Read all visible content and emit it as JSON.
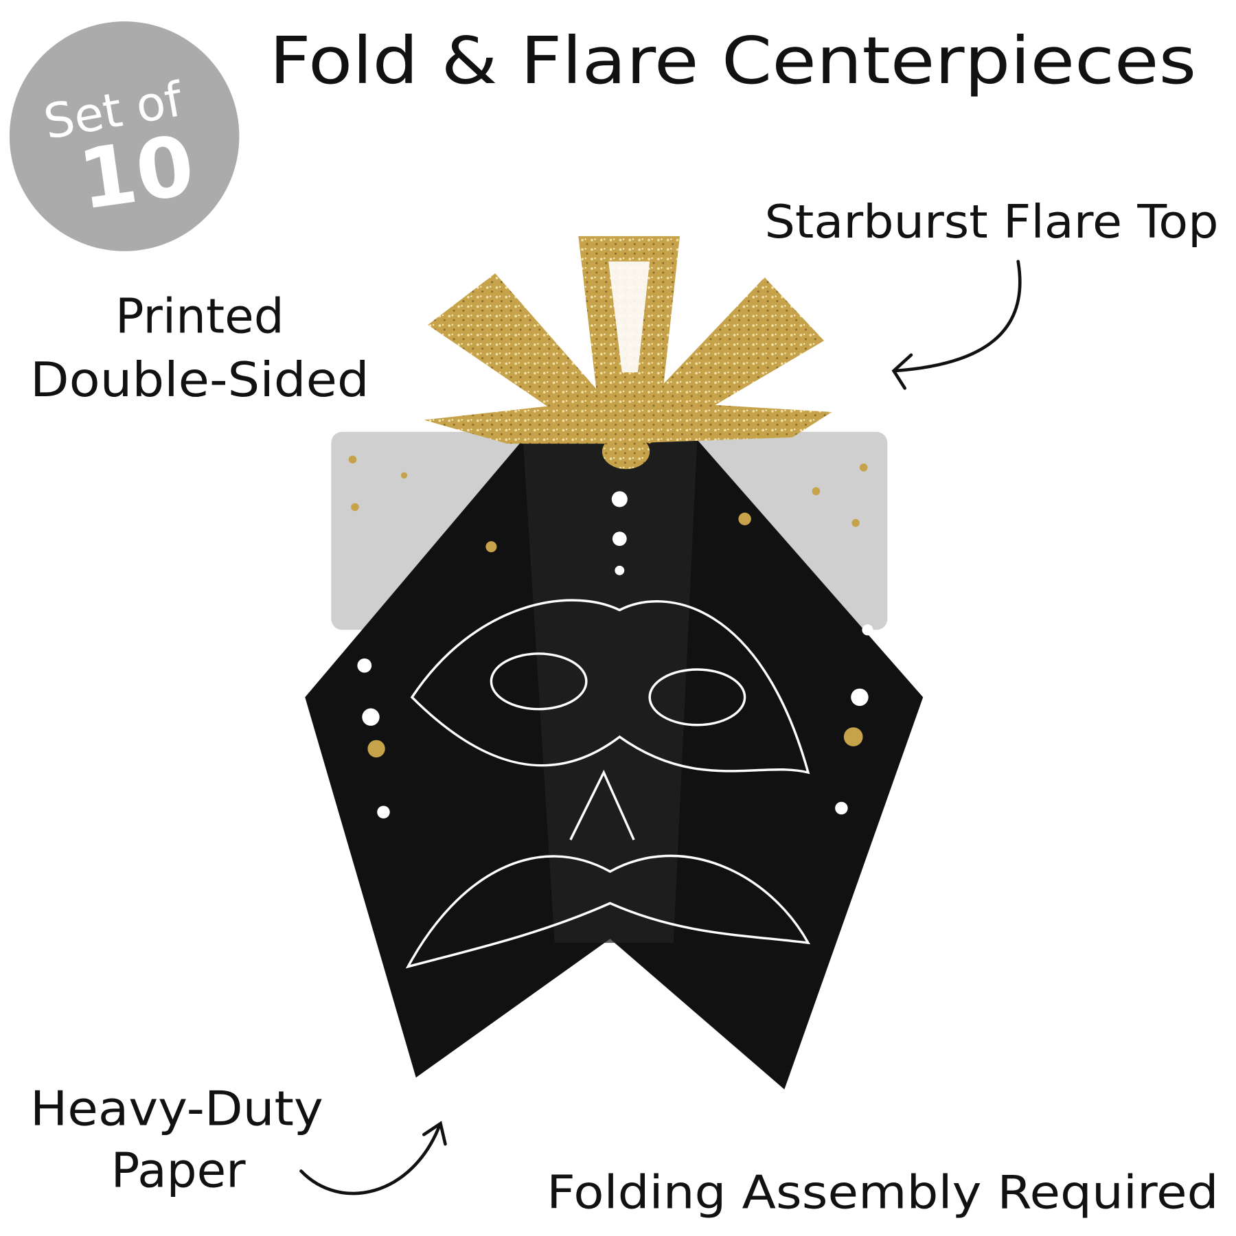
{
  "badge": {
    "line1": "Set of",
    "count": "10"
  },
  "title": "Fold & Flare Centerpieces",
  "callouts": {
    "flare_top": "Starburst Flare Top",
    "printed_line1": "Printed",
    "printed_line2": "Double-Sided",
    "paper_line1": "Heavy-Duty",
    "paper_line2": "Paper",
    "assembly": "Folding Assembly Required"
  },
  "colors": {
    "badge": "#ababab",
    "gold": "#c9a94e",
    "black": "#111111",
    "grey_panel": "#cfcfcf"
  }
}
